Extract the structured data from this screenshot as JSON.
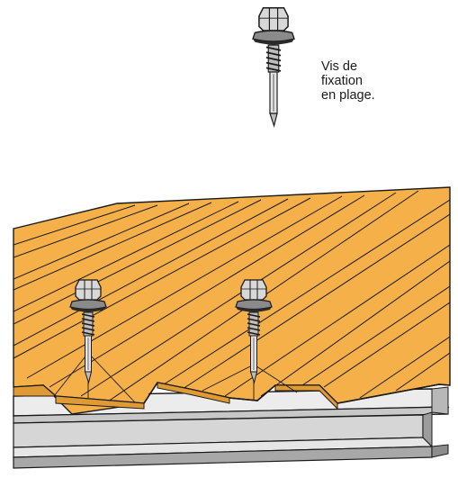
{
  "caption": {
    "lines": [
      "Vis de",
      "fixation",
      "en plage."
    ]
  },
  "colors": {
    "sheet": "#f5b04a",
    "sheet_shadow": "#e09a34",
    "steel_face": "#d4d4d4",
    "steel_top": "#ececec",
    "steel_dark": "#9c9c9c",
    "outline": "#1a1a1a"
  },
  "icons": {
    "screw_detail": "self-drilling-screw-icon",
    "screw_installed": "self-drilling-screw-icon"
  }
}
